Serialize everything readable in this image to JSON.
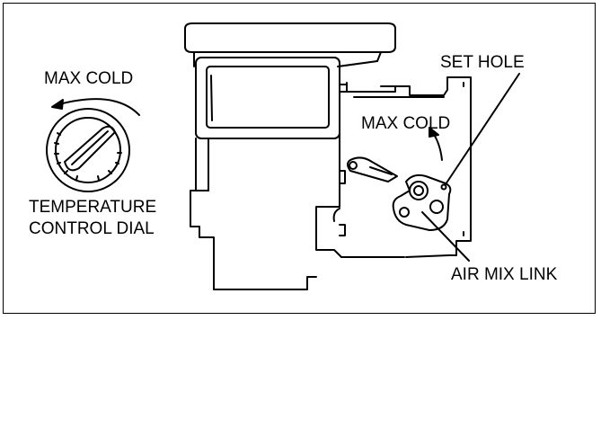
{
  "labels": {
    "dial_max_cold": "MAX COLD",
    "dial_name_line1": "TEMPERATURE",
    "dial_name_line2": "CONTROL DIAL",
    "set_hole": "SET HOLE",
    "link_max_cold": "MAX COLD",
    "air_mix_link": "AIR MIX LINK"
  },
  "colors": {
    "line": "#000000",
    "background": "#ffffff"
  }
}
